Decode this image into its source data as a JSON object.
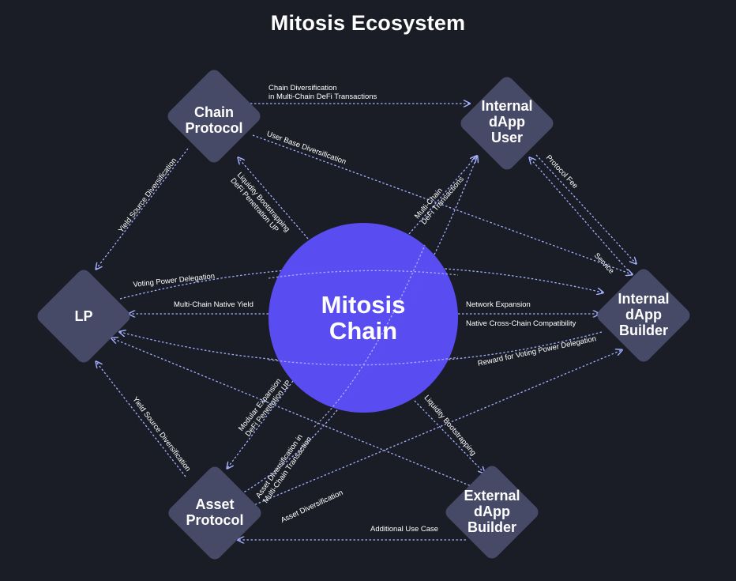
{
  "title": "Mitosis Ecosystem",
  "colors": {
    "background": "#1a1d26",
    "node": "#474a66",
    "center": "#5b4ef5",
    "edge": "#a3b0ff"
  },
  "center": {
    "label": "Mitosis\nChain"
  },
  "nodes": {
    "chain_protocol": "Chain\nProtocol",
    "internal_user": "Internal\ndApp\nUser",
    "lp": "LP",
    "internal_builder": "Internal\ndApp\nBuilder",
    "asset_protocol": "Asset\nProtocol",
    "external_builder": "External\ndApp\nBuilder"
  },
  "edges": {
    "chain_diversification": "Chain Diversification\nin Multi-Chain DeFi Transactions",
    "user_base": "User Base Diversification",
    "yield_source_top": "Yield Source Diversification",
    "liquidity_bootstrapping_top": "Liquidity Bootstrapping\nDeFi Penetration UP",
    "multi_chain_defi": "Multi-Chain\nDeFi Transactions",
    "protocol_fee": "Protocol Fee",
    "service": "Service",
    "voting_power": "Voting Power Delegation",
    "native_yield": "Multi-Chain Native Yield",
    "network_expansion": "Network Expansion",
    "cross_chain": "Native Cross-Chain Compatibility",
    "reward_voting": "Reward for Voting Power Delegation",
    "yield_source_bottom": "Yield Source Diversification",
    "modular_expansion": "Modular Expansion\nDeFi Penetration UP",
    "asset_div_multichain": "Asset Diversification in\nMulti-Chain Transaction",
    "asset_div": "Asset Diversification",
    "liquidity_bootstrapping_bottom": "Liquidity Bootstrapping",
    "additional_use": "Additional Use Case"
  }
}
